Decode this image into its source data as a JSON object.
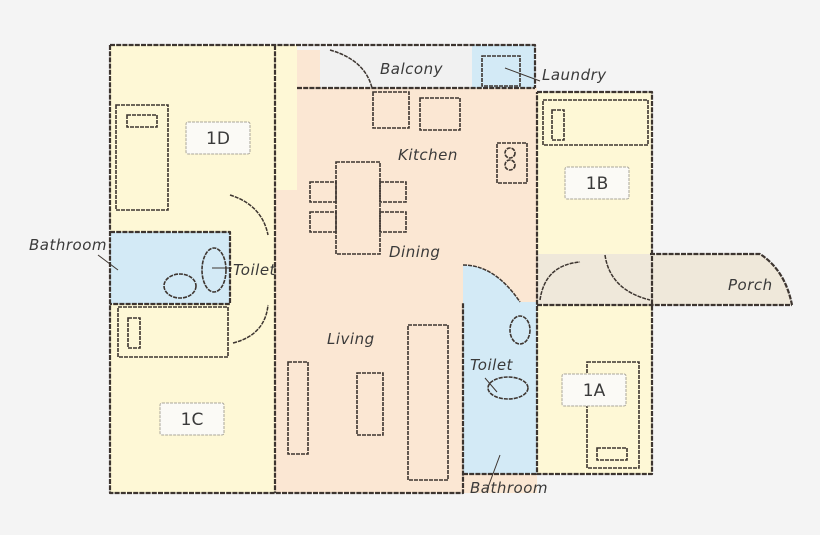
{
  "colors": {
    "background": "#f4f4f4",
    "bedroom": "#fef8d6",
    "living": "#fbe7d3",
    "wet": "#d3eaf6",
    "balcony": "#f1f1f1",
    "porch": "#efe8da",
    "wall": "#3d3530"
  },
  "rooms": {
    "r1D": {
      "tag": "1D"
    },
    "r1B": {
      "tag": "1B"
    },
    "r1C": {
      "tag": "1C"
    },
    "r1A": {
      "tag": "1A"
    }
  },
  "labels": {
    "balcony": "Balcony",
    "laundry": "Laundry",
    "kitchen": "Kitchen",
    "dining": "Dining",
    "living": "Living",
    "bathroom_left": "Bathroom",
    "toilet_left": "Toilet",
    "toilet_right": "Toilet",
    "bathroom_right": "Bathroom",
    "porch": "Porch"
  }
}
